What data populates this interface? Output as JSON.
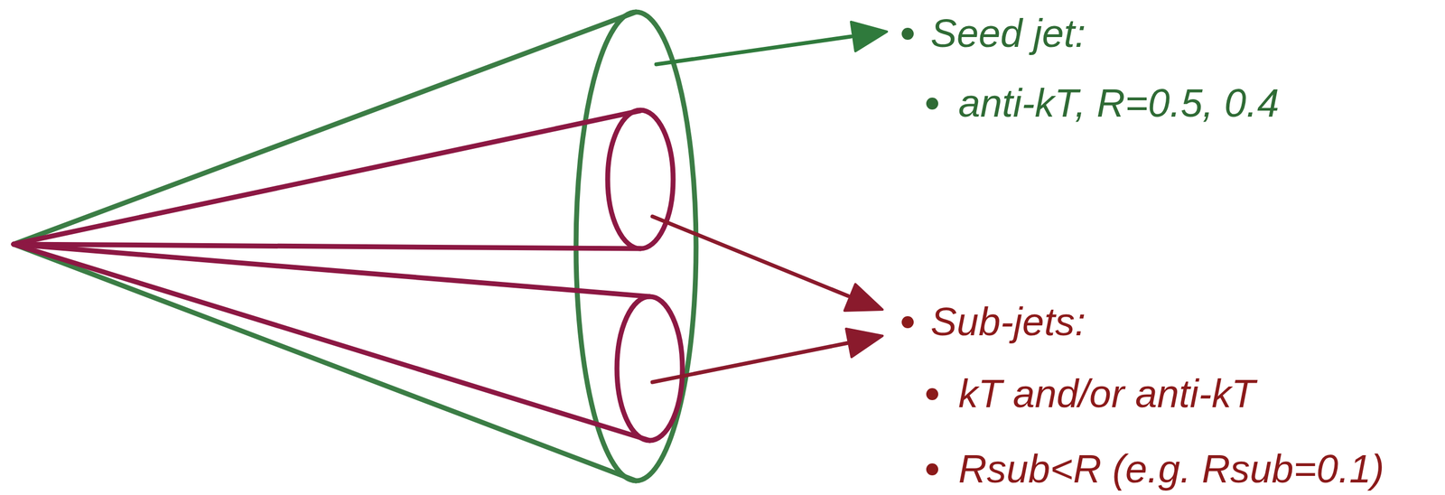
{
  "diagram": {
    "labels": [
      "Seed jet:",
      "anti-kT, R=0.5, 0.4",
      "Sub-jets:",
      "kT and/or anti-kT",
      "Rsub<R (e.g. Rsub=0.1)"
    ]
  }
}
